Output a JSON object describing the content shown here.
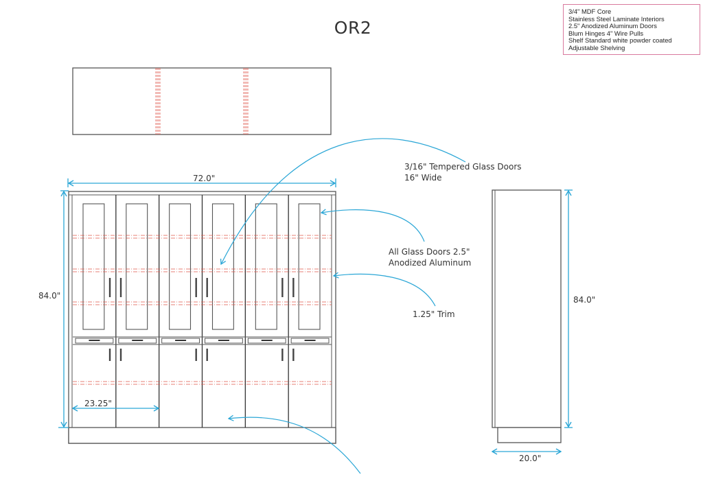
{
  "title": "OR2",
  "specifications": [
    "3/4\" MDF Core",
    "Stainless Steel Laminate Interiors",
    "2.5\" Anodized Aluminum Doors",
    "Blum Hinges 4\" Wire Pulls",
    "Shelf Standard white powder coated",
    "Adjustable Shelving"
  ],
  "dimensions": {
    "front_width": "72.0\"",
    "front_height": "84.0\"",
    "side_height": "84.0\"",
    "side_depth": "20.0\"",
    "section_width": "23.25\""
  },
  "callouts": {
    "glass": [
      "3/16\" Tempered Glass Doors",
      "16\" Wide"
    ],
    "doors": [
      "All Glass Doors 2.5\"",
      "Anodized Aluminum"
    ],
    "trim": [
      "1.25\" Trim"
    ]
  },
  "views": {
    "top_view_sections": 3,
    "front_columns": 6,
    "upper_shelf_count": 3,
    "lower_shelf_count": 1
  },
  "colors": {
    "line": "#444444",
    "dimension": "#2aa6d6",
    "shelf_hidden": "#e0554a",
    "spec_border": "#d9799d"
  }
}
